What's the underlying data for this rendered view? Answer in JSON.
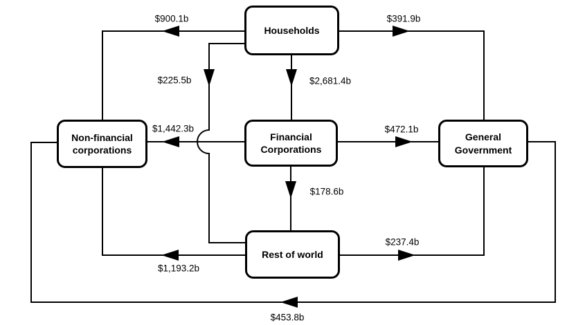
{
  "diagram": {
    "nodes": {
      "households": {
        "label": "Households"
      },
      "nfc": {
        "label": "Non-financial corporations"
      },
      "fc": {
        "label": "Financial Corporations"
      },
      "gg": {
        "label": "General Government"
      },
      "row": {
        "label": "Rest of world"
      }
    },
    "flows": [
      {
        "from": "Households",
        "to": "Non-financial corporations",
        "amount": "$900.1b"
      },
      {
        "from": "Households",
        "to": "General Government",
        "amount": "$391.9b"
      },
      {
        "from": "Households",
        "to": "Rest of world",
        "amount": "$225.5b"
      },
      {
        "from": "Households",
        "to": "Financial Corporations",
        "amount": "$2,681.4b"
      },
      {
        "from": "Financial Corporations",
        "to": "Non-financial corporations",
        "amount": "$1,442.3b"
      },
      {
        "from": "Financial Corporations",
        "to": "General Government",
        "amount": "$472.1b"
      },
      {
        "from": "Financial Corporations",
        "to": "Rest of world",
        "amount": "$178.6b"
      },
      {
        "from": "Rest of world",
        "to": "General Government",
        "amount": "$237.4b"
      },
      {
        "from": "Rest of world",
        "to": "Non-financial corporations",
        "amount": "$1,193.2b"
      },
      {
        "from": "General Government",
        "to": "Non-financial corporations",
        "amount": "$453.8b"
      }
    ],
    "colors": {
      "line": "#000000",
      "node_fill": "#ffffff",
      "node_border": "#000000",
      "background": "#ffffff"
    }
  }
}
